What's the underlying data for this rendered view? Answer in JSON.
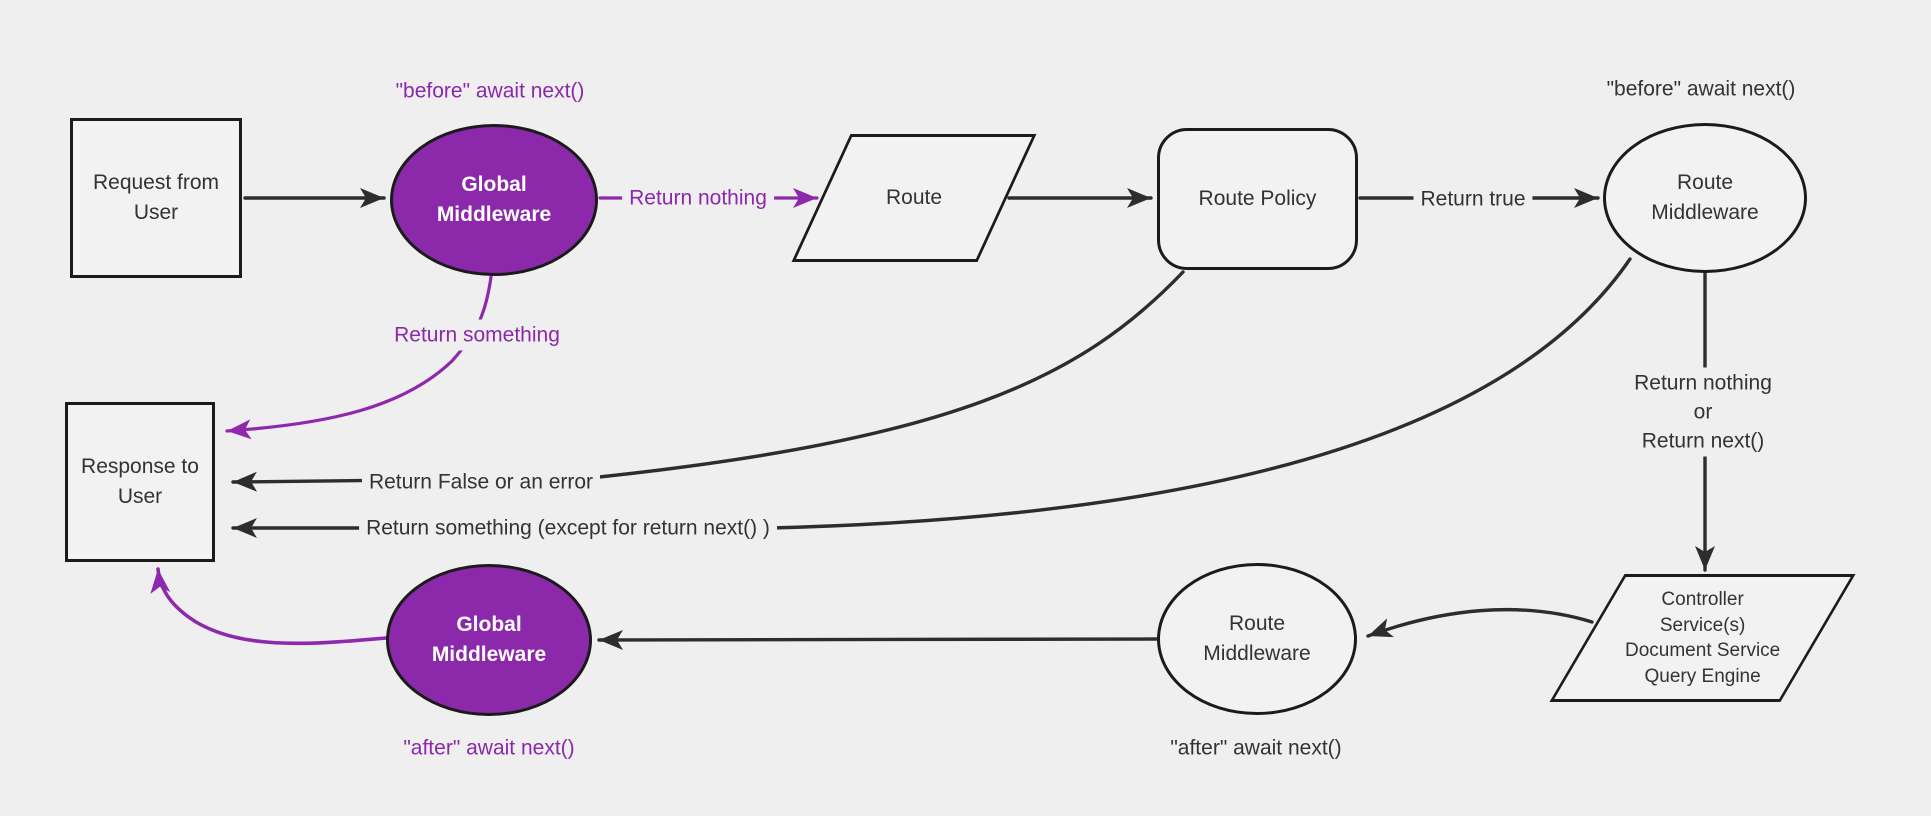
{
  "colors": {
    "background": "#efefef",
    "node_fill": "#f2f2f2",
    "node_border": "#1b1b1b",
    "purple_fill": "#8c28aa",
    "purple_line": "#8e28ad",
    "black_line": "#2d2d2d",
    "text": "#333333"
  },
  "nodes": {
    "request": {
      "label": "Request from\nUser",
      "shape": "rectangle"
    },
    "global_middleware_top": {
      "label": "Global\nMiddleware",
      "shape": "ellipse",
      "color": "purple"
    },
    "route": {
      "label": "Route",
      "shape": "parallelogram"
    },
    "route_policy": {
      "label": "Route Policy",
      "shape": "rounded-rectangle"
    },
    "route_middleware_top": {
      "label": "Route\nMiddleware",
      "shape": "ellipse"
    },
    "controller": {
      "label": "Controller\nService(s)\nDocument Service\nQuery Engine",
      "shape": "parallelogram"
    },
    "route_middleware_bottom": {
      "label": "Route\nMiddleware",
      "shape": "ellipse"
    },
    "global_middleware_bottom": {
      "label": "Global\nMiddleware",
      "shape": "ellipse",
      "color": "purple"
    },
    "response": {
      "label": "Response to\nUser",
      "shape": "rectangle"
    }
  },
  "edge_labels": {
    "before_global": "\"before\" await next()",
    "return_nothing": "Return nothing",
    "before_route_mw": "\"before\" await next()",
    "return_true": "Return true",
    "return_nothing_or_next": "Return nothing\nor\nReturn next()",
    "after_route_mw": "\"after\" await next()",
    "after_global": "\"after\" await next()",
    "return_something": "Return something",
    "return_false": "Return False or an error",
    "return_something_except": "Return something (except for return next() )"
  },
  "edges": [
    {
      "from": "request",
      "to": "global_middleware_top",
      "label": "",
      "color": "black"
    },
    {
      "from": "global_middleware_top",
      "to": "route",
      "label": "Return nothing",
      "color": "purple"
    },
    {
      "from": "route",
      "to": "route_policy",
      "label": "",
      "color": "black"
    },
    {
      "from": "route_policy",
      "to": "route_middleware_top",
      "label": "Return true",
      "color": "black"
    },
    {
      "from": "route_middleware_top",
      "to": "controller",
      "label": "Return nothing\nor\nReturn next()",
      "color": "black"
    },
    {
      "from": "controller",
      "to": "route_middleware_bottom",
      "label": "",
      "color": "black"
    },
    {
      "from": "route_middleware_bottom",
      "to": "global_middleware_bottom",
      "label": "",
      "color": "black"
    },
    {
      "from": "global_middleware_bottom",
      "to": "response",
      "label": "",
      "color": "purple"
    },
    {
      "from": "global_middleware_top",
      "to": "response",
      "label": "Return something",
      "color": "purple"
    },
    {
      "from": "route_policy",
      "to": "response",
      "label": "Return False or an error",
      "color": "black"
    },
    {
      "from": "route_middleware_top",
      "to": "response",
      "label": "Return something (except for return next() )",
      "color": "black"
    }
  ]
}
